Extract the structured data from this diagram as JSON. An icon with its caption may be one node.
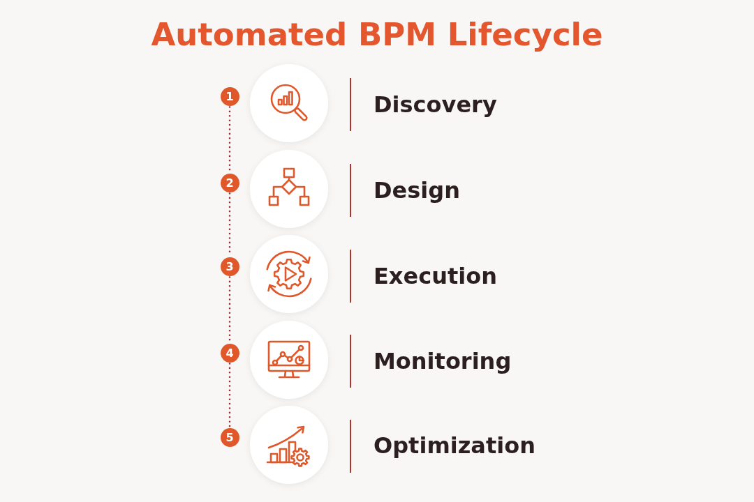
{
  "diagram": {
    "title": "Automated BPM Lifecycle",
    "nodes": [
      {
        "text": [
          "1"
        ]
      },
      {
        "text": [
          "2"
        ]
      },
      {
        "text": [
          "3"
        ]
      },
      {
        "text": [
          "4"
        ]
      },
      {
        "text": [
          "5"
        ]
      }
    ],
    "edges": [
      {
        "from": 0,
        "to": 1,
        "arrow": "none",
        "style": "dashed"
      },
      {
        "from": 1,
        "to": 2,
        "arrow": "none",
        "style": "dashed"
      },
      {
        "from": 2,
        "to": 3,
        "arrow": "none",
        "style": "dashed"
      },
      {
        "from": 3,
        "to": 4,
        "arrow": "none",
        "style": "dashed"
      }
    ],
    "labels": [
      "Discovery",
      "Design",
      "Execution",
      "Monitoring",
      "Optimization"
    ]
  }
}
